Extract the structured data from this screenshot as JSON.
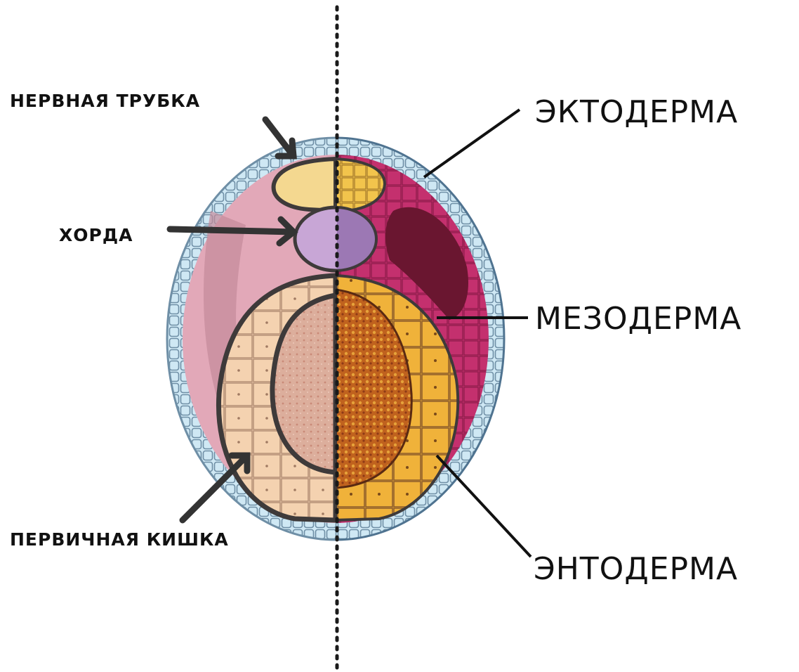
{
  "labels": {
    "neural_tube": "НЕРВНАЯ ТРУБКА",
    "notochord": "ХОРДА",
    "primary_gut": "ПЕРВИЧНАЯ КИШКА",
    "ectoderm": "ЭКТОДЕРМА",
    "mesoderm": "МЕЗОДЕРМА",
    "endoderm": "ЭНТОДЕРМА"
  },
  "colors": {
    "ectoderm_cells": "#cfe8f4",
    "ectoderm_outline": "#6f8fa6",
    "mesoderm_right": "#c4306e",
    "mesoderm_dark": "#6a1630",
    "mesoderm_left": "#e2a8b8",
    "endoderm_right": "#f0b23a",
    "endoderm_left": "#f4d2b0",
    "yolk_right": "#c0621e",
    "yolk_left": "#dcae9c",
    "neural_tube_right": "#f2c44c",
    "neural_tube_left": "#f4d890",
    "notochord": "#c8a6d6",
    "outline": "#3e3a3a",
    "text": "#111111"
  }
}
